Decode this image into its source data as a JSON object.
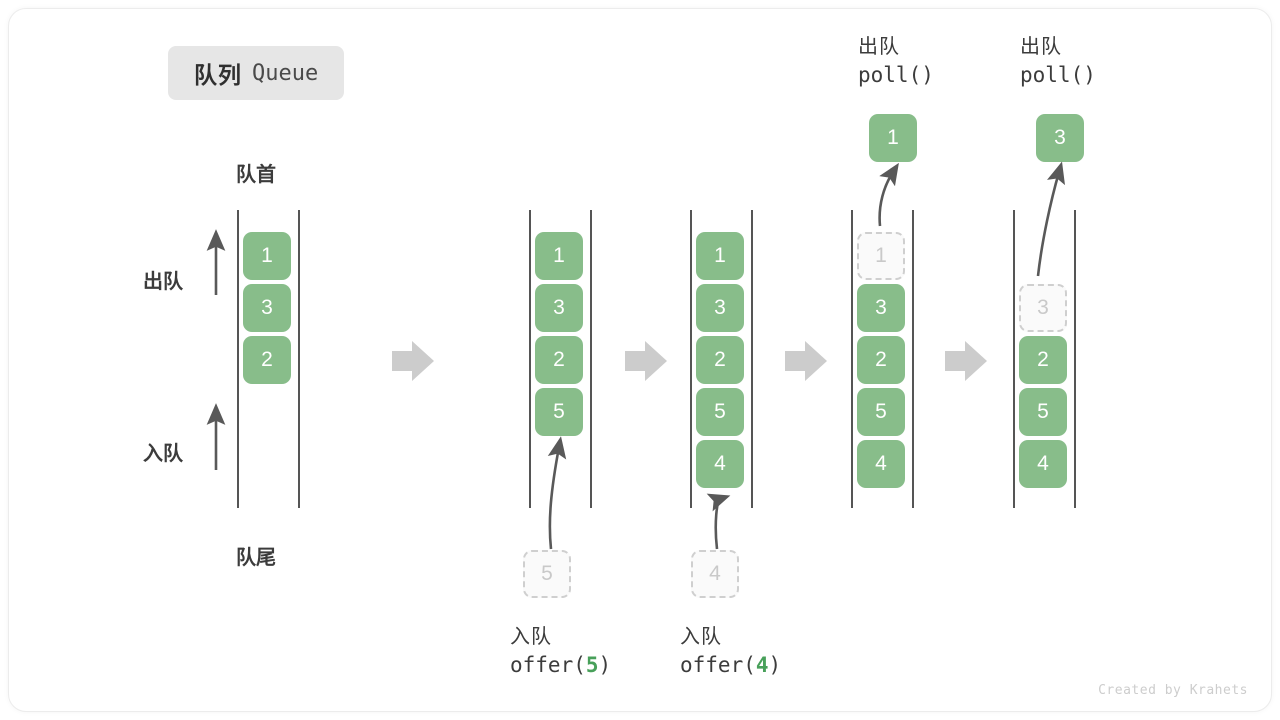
{
  "title": {
    "cn": "队列",
    "en": "Queue"
  },
  "labels": {
    "head": "队首",
    "tail": "队尾",
    "dequeue_side": "出队",
    "enqueue_side": "入队"
  },
  "watermark": "Created by Krahets",
  "colors": {
    "green": "#88bd8a",
    "ghost_border": "#cfcfcf",
    "ghost_fill": "#fafafa",
    "ghost_text": "#c9c9c9",
    "rail": "#555555",
    "arrow": "#595959",
    "flow_arrow": "#cccccc",
    "badge_bg": "#e6e6e6",
    "text": "#3c3c3c",
    "code_num": "#48a05a",
    "watermark": "#cdcdcd"
  },
  "operations": [
    {
      "cn": "入队",
      "code_prefix": "offer(",
      "code_num": "5",
      "code_suffix": ")"
    },
    {
      "cn": "入队",
      "code_prefix": "offer(",
      "code_num": "4",
      "code_suffix": ")"
    },
    {
      "cn": "出队",
      "code_prefix": "poll(",
      "code_num": "",
      "code_suffix": ")"
    },
    {
      "cn": "出队",
      "code_prefix": "poll(",
      "code_num": "",
      "code_suffix": ")"
    }
  ],
  "states": [
    {
      "name": "initial",
      "items": [
        "1",
        "3",
        "2"
      ],
      "ghost_index": -1,
      "empty_leading": 0
    },
    {
      "name": "after-offer-5",
      "items": [
        "1",
        "3",
        "2",
        "5"
      ],
      "ghost_index": -1,
      "empty_leading": 0
    },
    {
      "name": "after-offer-4",
      "items": [
        "1",
        "3",
        "2",
        "5",
        "4"
      ],
      "ghost_index": -1,
      "empty_leading": 0
    },
    {
      "name": "polling-1",
      "items": [
        "1",
        "3",
        "2",
        "5",
        "4"
      ],
      "ghost_index": 0,
      "empty_leading": 0
    },
    {
      "name": "polling-3",
      "items": [
        "3",
        "2",
        "5",
        "4"
      ],
      "ghost_index": 0,
      "empty_leading": 1
    }
  ],
  "incoming": [
    {
      "value": "5"
    },
    {
      "value": "4"
    }
  ],
  "outgoing": [
    {
      "value": "1"
    },
    {
      "value": "3"
    }
  ]
}
